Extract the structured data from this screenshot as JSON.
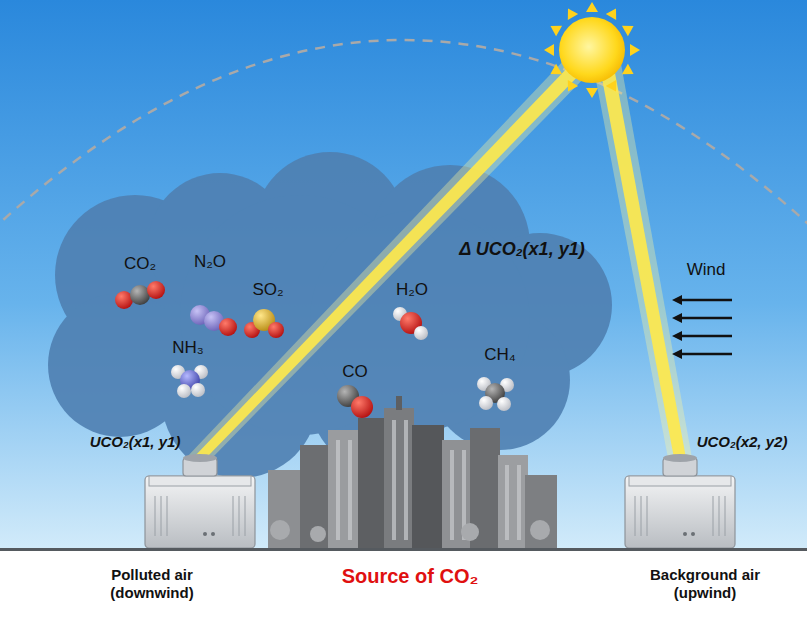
{
  "diagram": {
    "labels": [
      "N₂O",
      "CO₂",
      "SO₂",
      "Δ UCO₂(x1, y1)",
      "H₂O",
      "Wind",
      "NH₃",
      "CO",
      "CH₄",
      "UCO₂(x1, y1)",
      "UCO₂(x2, y2)",
      "Polluted air (downwind)",
      "Source of CO₂",
      "Background air (upwind)"
    ]
  }
}
